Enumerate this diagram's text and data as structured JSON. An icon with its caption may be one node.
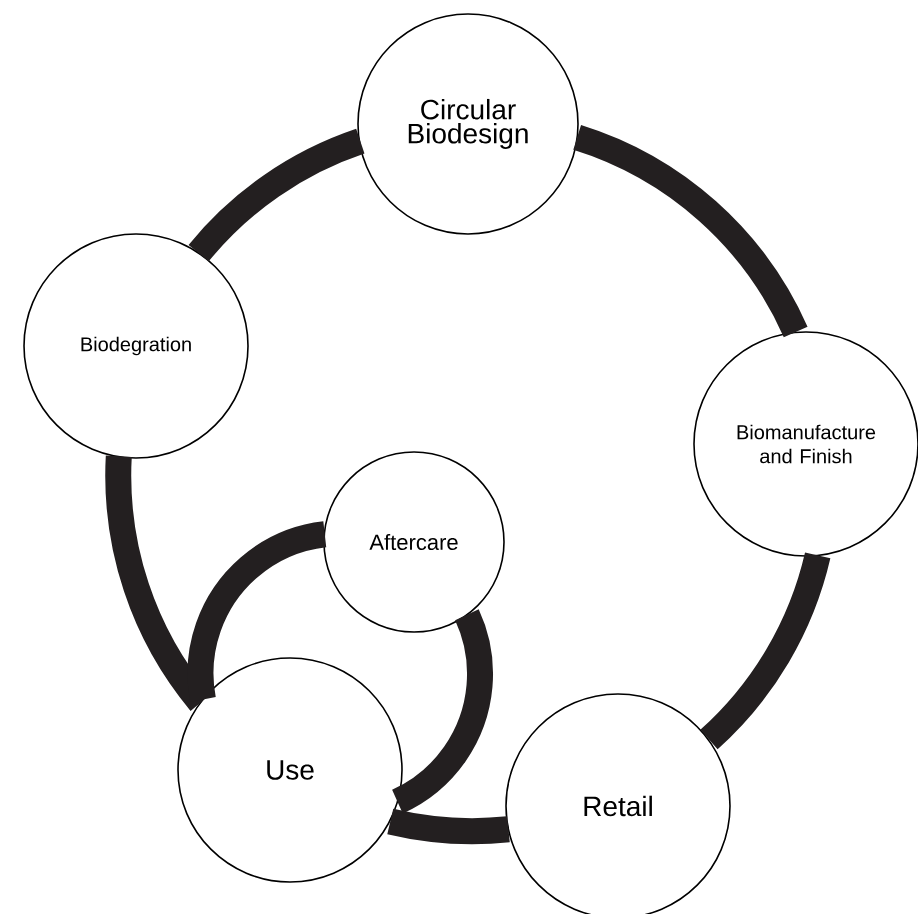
{
  "diagram": {
    "nodes": [
      {
        "text": [
          "Circular Biodesign"
        ]
      },
      {
        "text": [
          "Biodegration"
        ]
      },
      {
        "text": [
          "Biomanufacture and Finish"
        ]
      },
      {
        "text": [
          "Aftercare"
        ]
      },
      {
        "text": [
          "Use"
        ]
      },
      {
        "text": [
          "Retail"
        ]
      }
    ],
    "edges": [
      {
        "from": 0,
        "to": 2,
        "arrow": "none"
      },
      {
        "from": 2,
        "to": 5,
        "arrow": "none"
      },
      {
        "from": 5,
        "to": 4,
        "arrow": "none"
      },
      {
        "from": 4,
        "to": 1,
        "arrow": "none"
      },
      {
        "from": 1,
        "to": 0,
        "arrow": "none"
      },
      {
        "from": 4,
        "to": 3,
        "arrow": "none"
      },
      {
        "from": 3,
        "to": 4,
        "arrow": "none"
      }
    ]
  }
}
